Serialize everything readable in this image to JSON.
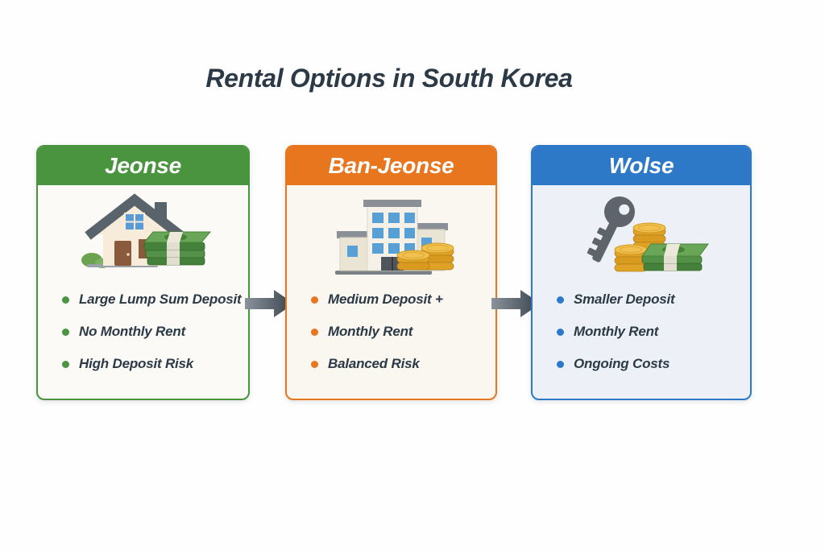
{
  "title": "Rental Options in South Korea",
  "cards": [
    {
      "label": "Jeonse",
      "accent": "#4a9440",
      "body_bg": "#fbfaf6",
      "icon": "house-cash-icon",
      "bullets": [
        "Large Lump Sum Deposit",
        "No Monthly Rent",
        "High Deposit Risk"
      ]
    },
    {
      "label": "Ban-Jeonse",
      "accent": "#e8761f",
      "body_bg": "#faf7f1",
      "icon": "building-coins-icon",
      "bullets": [
        "Medium Deposit +",
        "Monthly Rent",
        "Balanced Risk"
      ]
    },
    {
      "label": "Wolse",
      "accent": "#2e79c7",
      "body_bg": "#edf1f7",
      "icon": "key-coins-cash-icon",
      "bullets": [
        "Smaller Deposit",
        "Monthly Rent",
        "Ongoing Costs"
      ]
    }
  ],
  "arrows": [
    "flow-arrow-1",
    "flow-arrow-2"
  ],
  "colors": {
    "title_text": "#2b3a46",
    "bullet_text": "#2b3a46",
    "header_text": "#ffffff",
    "arrow_dark": "#39434d",
    "arrow_light": "#8a939b",
    "background": "#fefefe"
  }
}
